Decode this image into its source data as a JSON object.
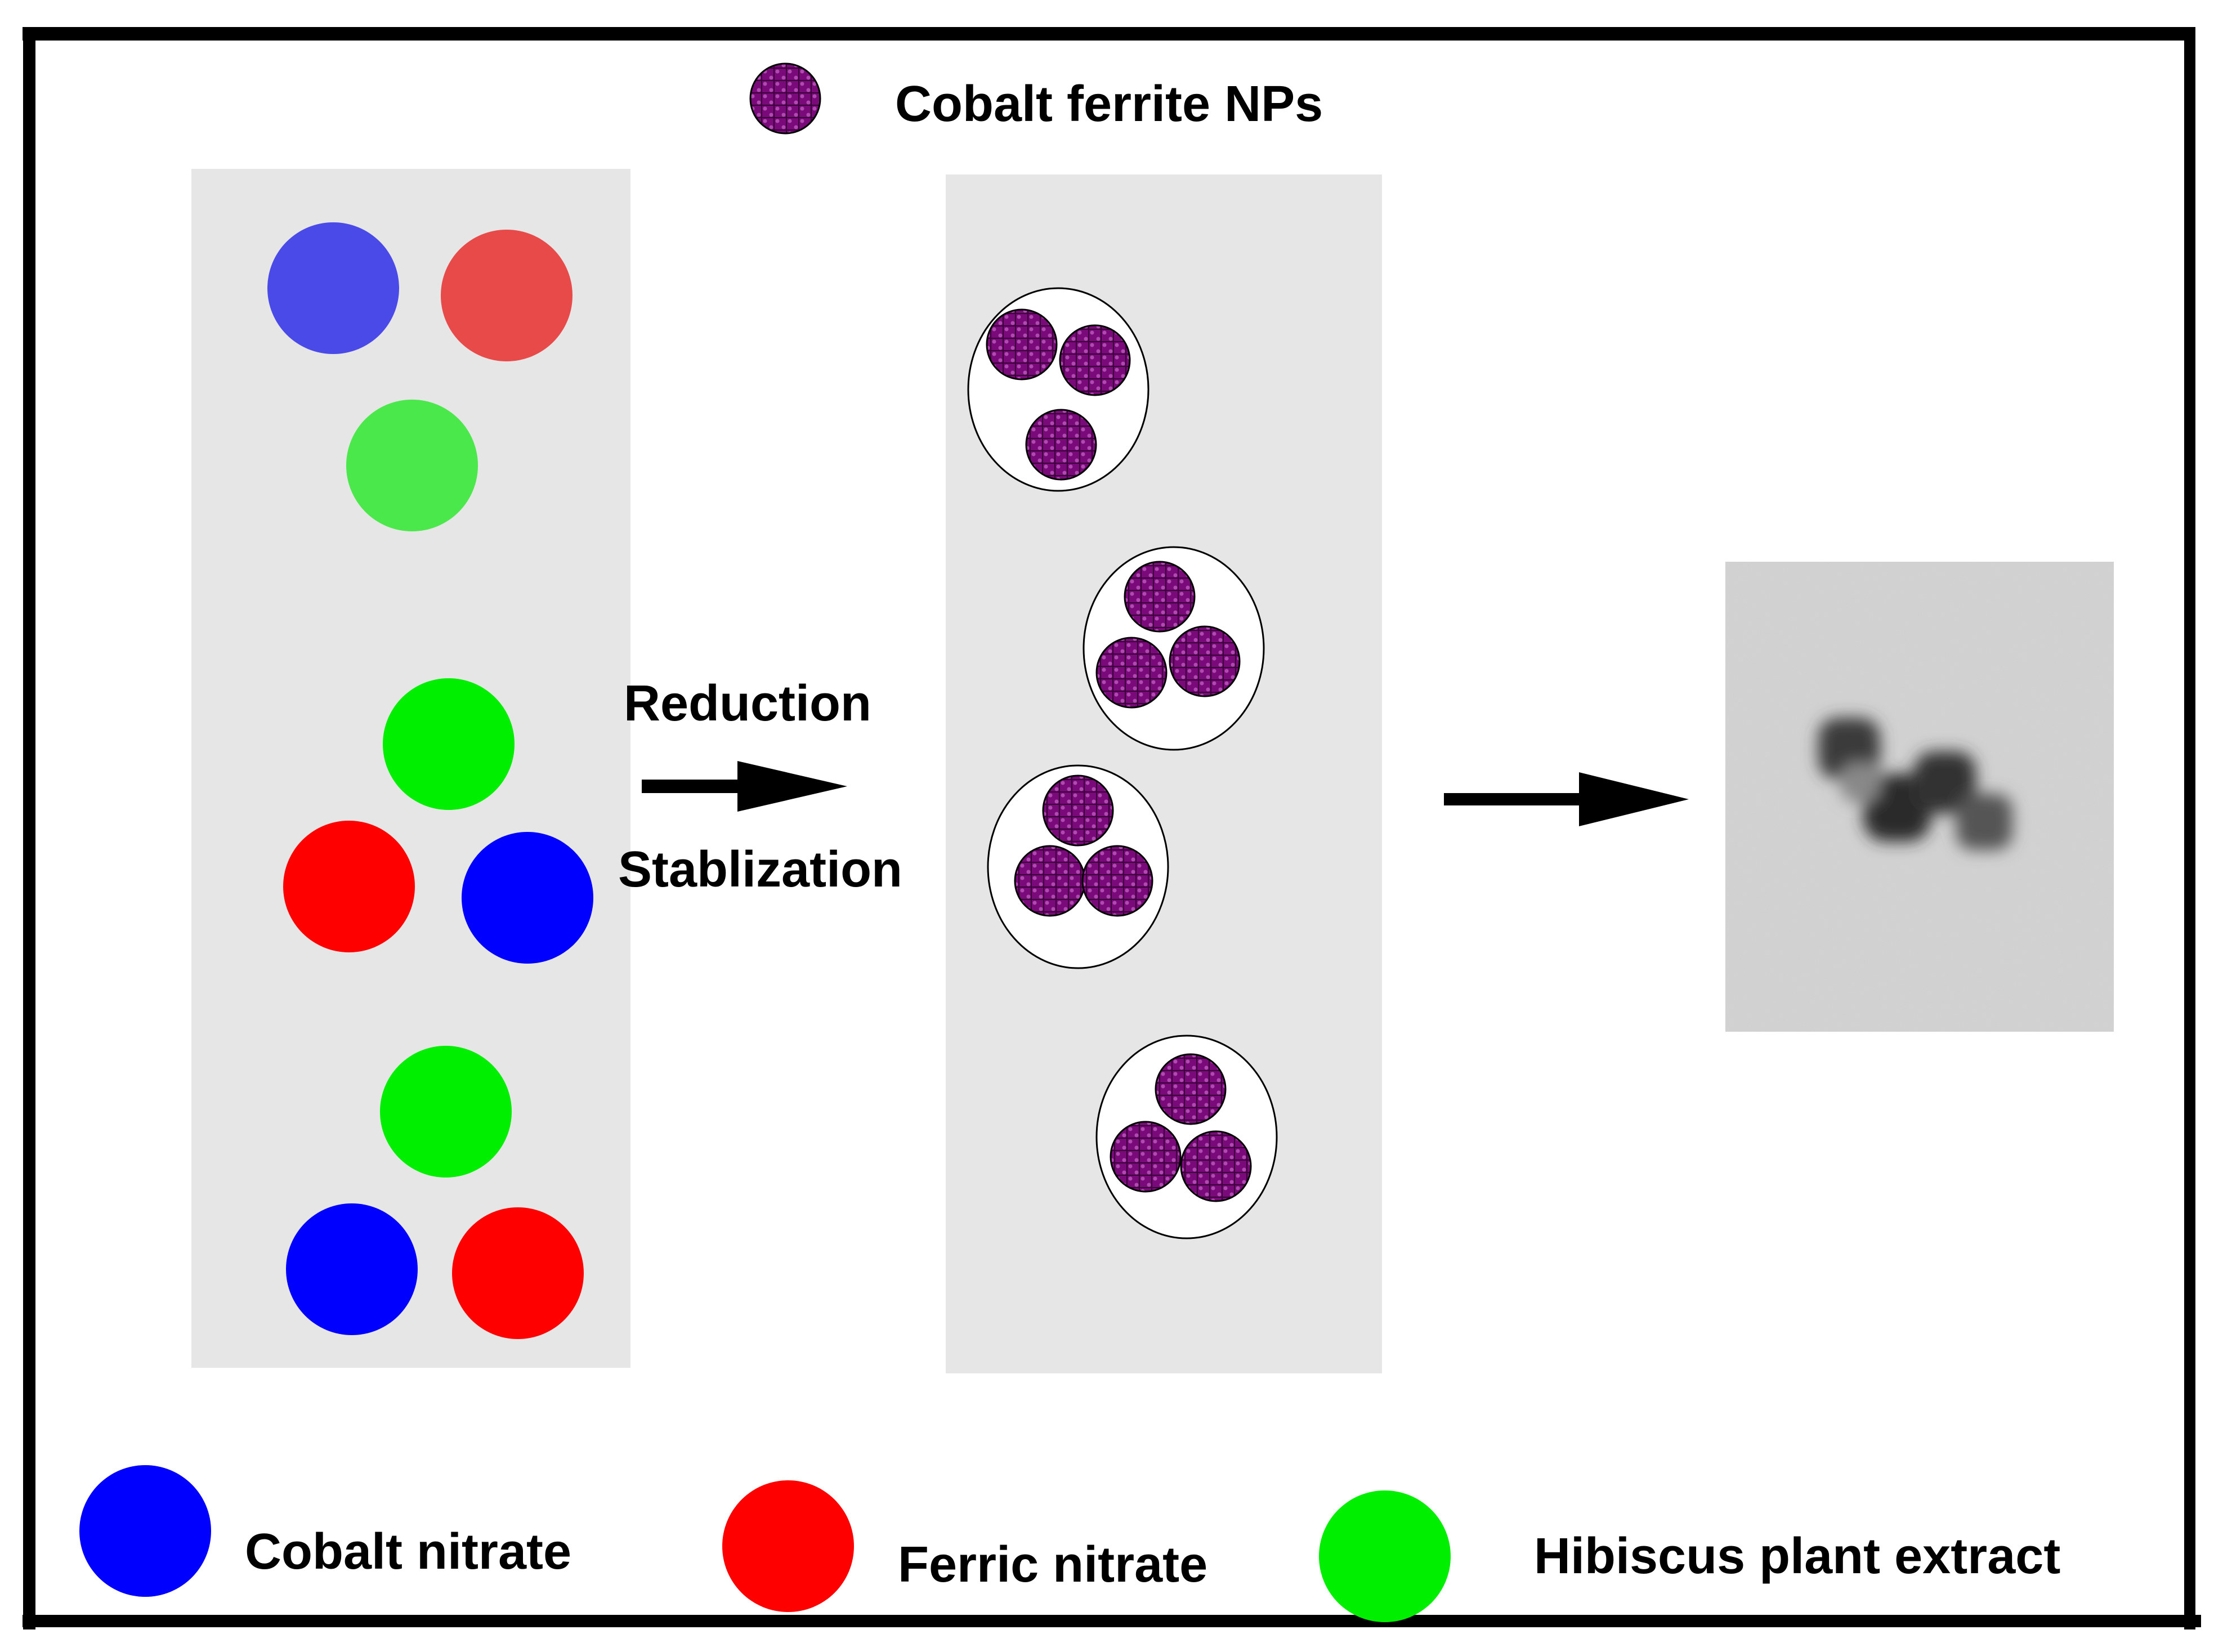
{
  "top_legend": {
    "label": "Cobalt ferrite NPs"
  },
  "process": {
    "step1_label": "Reduction",
    "step2_label": "Stablization"
  },
  "legend": {
    "items": [
      {
        "label": "Cobalt nitrate",
        "color": "#0000ff"
      },
      {
        "label": "Ferric nitrate",
        "color": "#ff0000"
      },
      {
        "label": "Hibiscus plant extract",
        "color": "#00ee00"
      }
    ]
  },
  "colors": {
    "panel": "#e6e6e6",
    "nanoparticle": "#7a0a7a",
    "cobalt_light": "#4a4ae8",
    "ferric_light": "#e84a4a",
    "extract_light": "#4ae84a",
    "frame": "#000000"
  },
  "icons": [
    "nanoparticle-icon",
    "right-arrow-icon",
    "tem-micrograph-image"
  ]
}
